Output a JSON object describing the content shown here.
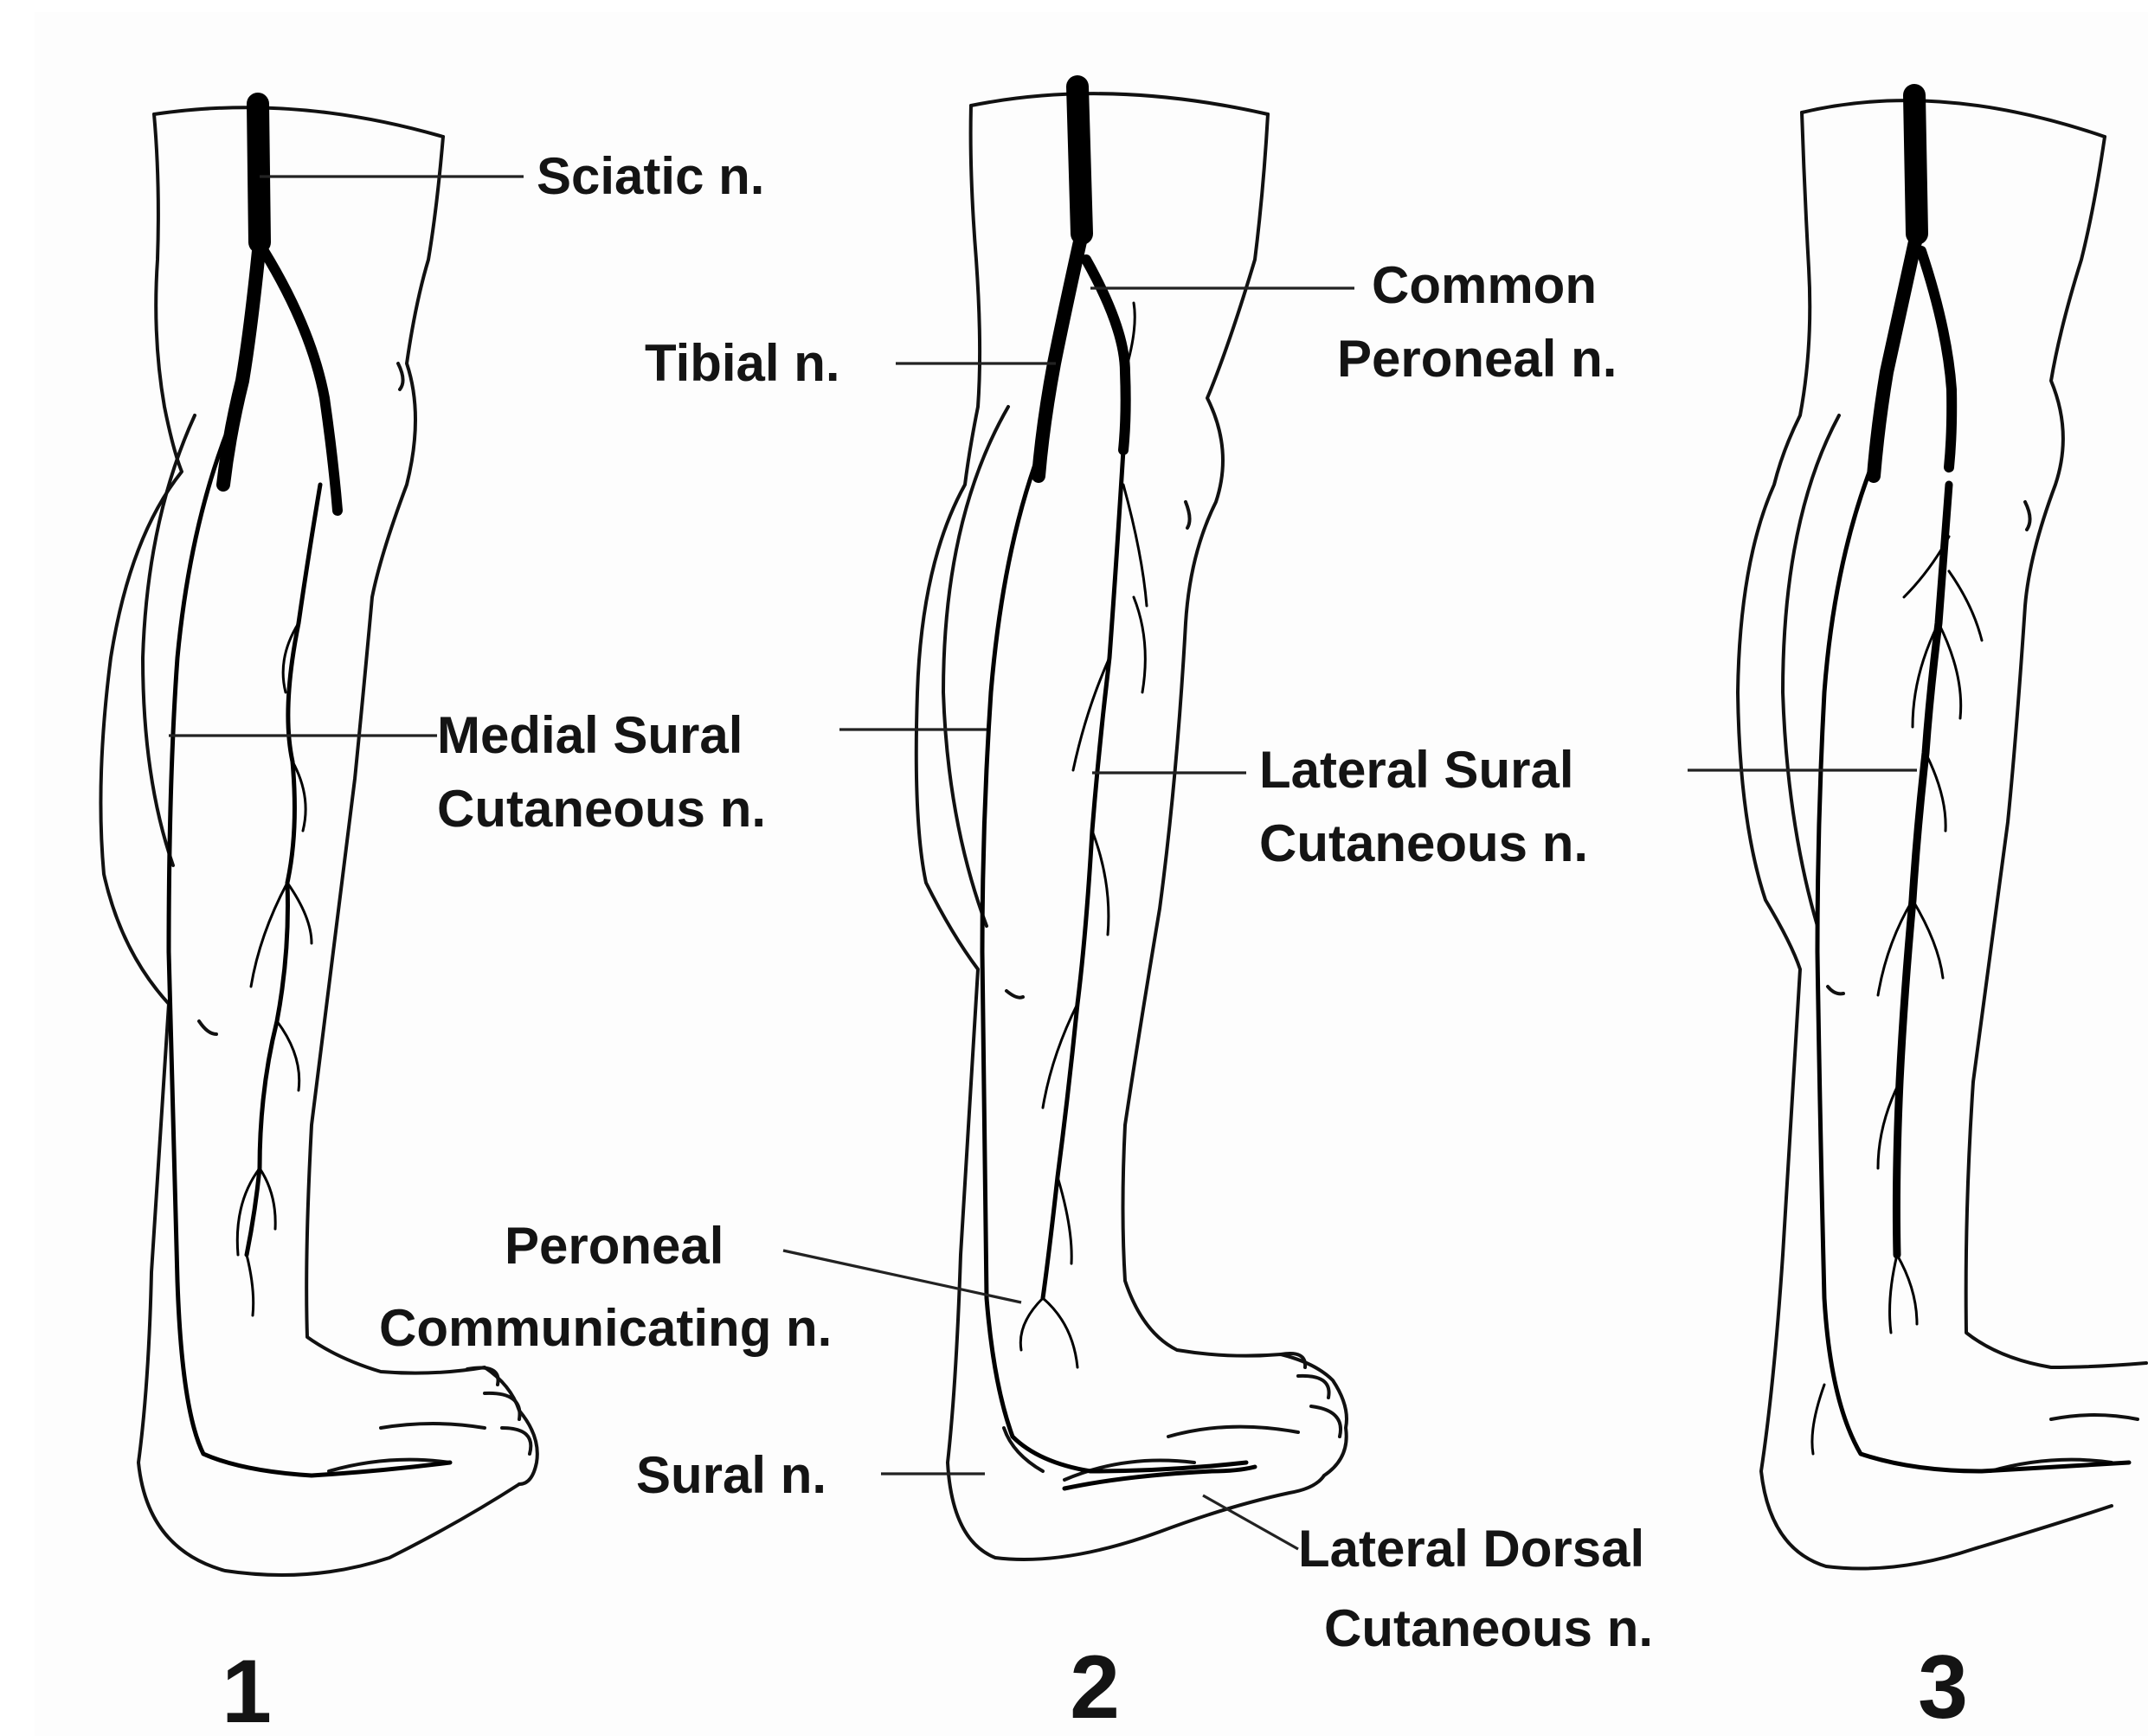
{
  "labels": {
    "sciatic": "Sciatic n.",
    "common_peroneal_1": "Common",
    "common_peroneal_2": "Peroneal n.",
    "tibial": "Tibial n.",
    "medial_sural_1": "Medial Sural",
    "medial_sural_2": "Cutaneous n.",
    "lateral_sural_1": "Lateral Sural",
    "lateral_sural_2": "Cutaneous n.",
    "peroneal_comm_1": "Peroneal",
    "peroneal_comm_2": "Communicating n.",
    "sural": "Sural n.",
    "lateral_dorsal_1": "Lateral Dorsal",
    "lateral_dorsal_2": "Cutaneous n."
  },
  "panels": [
    "1",
    "2",
    "3"
  ]
}
